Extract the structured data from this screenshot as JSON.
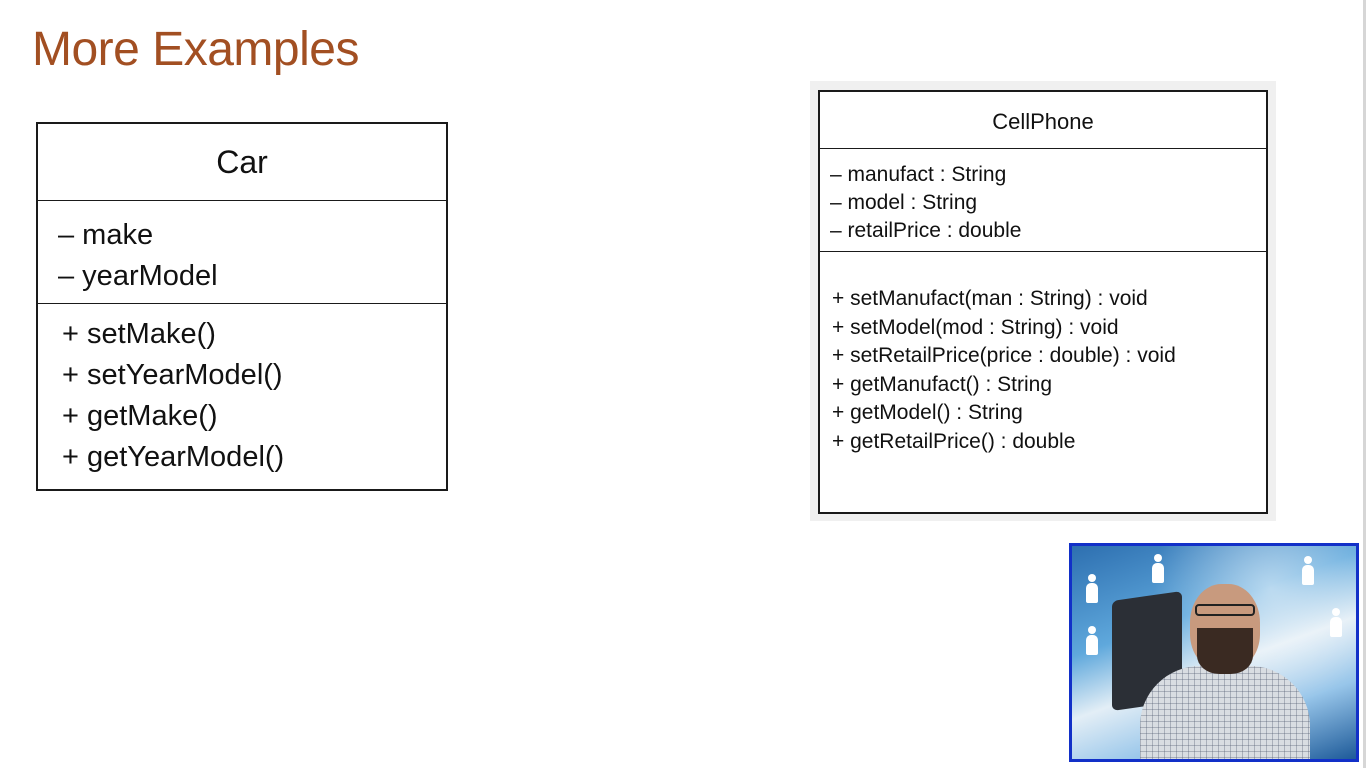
{
  "slide": {
    "title": "More Examples"
  },
  "car": {
    "name": "Car",
    "attributes": [
      "– make",
      "– yearModel"
    ],
    "methods": [
      "+ setMake()",
      "+ setYearModel()",
      "+ getMake()",
      "+ getYearModel()"
    ]
  },
  "cellphone": {
    "name": "CellPhone",
    "attributes": [
      "– manufact : String",
      "– model : String",
      "– retailPrice : double"
    ],
    "methods": [
      "+ setManufact(man : String) : void",
      "+ setModel(mod : String) : void",
      "+ setRetailPrice(price : double) : void",
      "+ getManufact() : String",
      "+ getModel() : String",
      "+ getRetailPrice() : double"
    ]
  },
  "colors": {
    "title": "#a24f22",
    "webcam_border": "#1230c8"
  }
}
